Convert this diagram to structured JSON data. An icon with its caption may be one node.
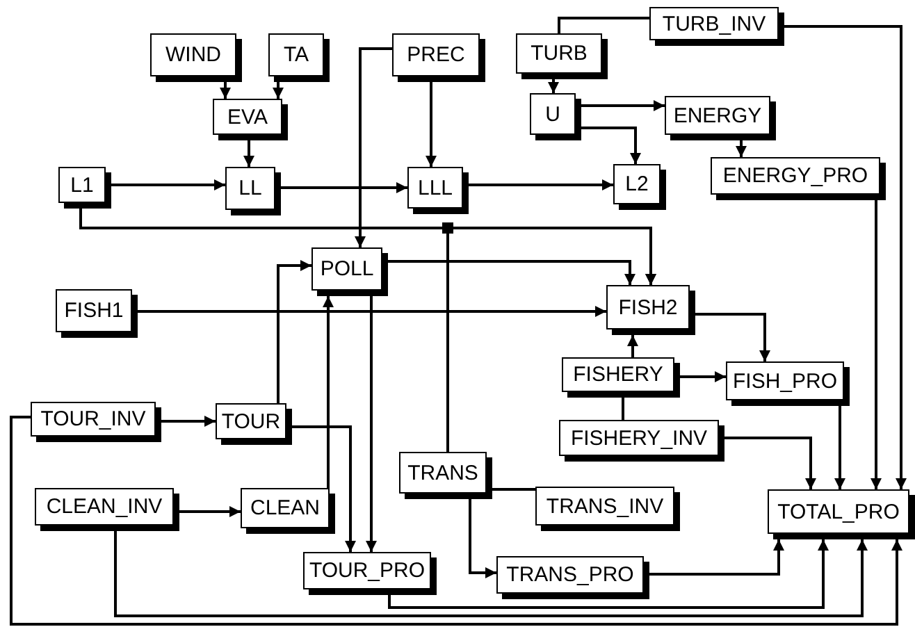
{
  "diagram": {
    "nodes": [
      {
        "text": [
          "WIND"
        ]
      },
      {
        "text": [
          "TA"
        ]
      },
      {
        "text": [
          "PREC"
        ]
      },
      {
        "text": [
          "TURB_INV"
        ]
      },
      {
        "text": [
          "TURB"
        ]
      },
      {
        "text": [
          "EVA"
        ]
      },
      {
        "text": [
          "U"
        ]
      },
      {
        "text": [
          "ENERGY"
        ]
      },
      {
        "text": [
          "L1"
        ]
      },
      {
        "text": [
          "LL"
        ]
      },
      {
        "text": [
          "LLL"
        ]
      },
      {
        "text": [
          "L2"
        ]
      },
      {
        "text": [
          "ENERGY_PRO"
        ]
      },
      {
        "text": [
          "POLL"
        ]
      },
      {
        "text": [
          "FISH1"
        ]
      },
      {
        "text": [
          "FISH2"
        ]
      },
      {
        "text": [
          "FISHERY"
        ]
      },
      {
        "text": [
          "FISH_PRO"
        ]
      },
      {
        "text": [
          "TOUR_INV"
        ]
      },
      {
        "text": [
          "TOUR"
        ]
      },
      {
        "text": [
          "FISHERY_INV"
        ]
      },
      {
        "text": [
          "TRANS"
        ]
      },
      {
        "text": [
          "CLEAN_INV"
        ]
      },
      {
        "text": [
          "CLEAN"
        ]
      },
      {
        "text": [
          "TRANS_INV"
        ]
      },
      {
        "text": [
          "TOTAL_PRO"
        ]
      },
      {
        "text": [
          "TOUR_PRO"
        ]
      },
      {
        "text": [
          "TRANS_PRO"
        ]
      }
    ],
    "edges": [
      {
        "from": 0,
        "to": 5,
        "arrow": "to"
      },
      {
        "from": 1,
        "to": 5,
        "arrow": "to"
      },
      {
        "from": 5,
        "to": 9,
        "arrow": "to"
      },
      {
        "from": 8,
        "to": 9,
        "arrow": "to"
      },
      {
        "from": 9,
        "to": 10,
        "arrow": "to"
      },
      {
        "from": 2,
        "to": 10,
        "arrow": "to"
      },
      {
        "from": 2,
        "to": 13,
        "arrow": "to"
      },
      {
        "from": 10,
        "to": 11,
        "arrow": "to"
      },
      {
        "from": 3,
        "to": 4,
        "arrow": "none"
      },
      {
        "from": 4,
        "to": 6,
        "arrow": "to"
      },
      {
        "from": 6,
        "to": 7,
        "arrow": "to"
      },
      {
        "from": 6,
        "to": 11,
        "arrow": "to"
      },
      {
        "from": 7,
        "to": 12,
        "arrow": "to"
      },
      {
        "from": 3,
        "to": 25,
        "arrow": "to"
      },
      {
        "from": 12,
        "to": 25,
        "arrow": "to"
      },
      {
        "from": 8,
        "to": 15,
        "arrow": "to"
      },
      {
        "from": 21,
        "to": 15,
        "arrow": "to"
      },
      {
        "from": 13,
        "to": 15,
        "arrow": "to"
      },
      {
        "from": 14,
        "to": 15,
        "arrow": "to"
      },
      {
        "from": 16,
        "to": 15,
        "arrow": "to"
      },
      {
        "from": 15,
        "to": 17,
        "arrow": "to"
      },
      {
        "from": 16,
        "to": 17,
        "arrow": "to"
      },
      {
        "from": 20,
        "to": 16,
        "arrow": "none"
      },
      {
        "from": 20,
        "to": 25,
        "arrow": "to"
      },
      {
        "from": 17,
        "to": 25,
        "arrow": "to"
      },
      {
        "from": 18,
        "to": 19,
        "arrow": "to"
      },
      {
        "from": 19,
        "to": 13,
        "arrow": "to"
      },
      {
        "from": 23,
        "to": 13,
        "arrow": "to"
      },
      {
        "from": 13,
        "to": 26,
        "arrow": "to"
      },
      {
        "from": 19,
        "to": 26,
        "arrow": "to"
      },
      {
        "from": 22,
        "to": 23,
        "arrow": "to"
      },
      {
        "from": 22,
        "to": 25,
        "arrow": "to"
      },
      {
        "from": 26,
        "to": 25,
        "arrow": "to"
      },
      {
        "from": 27,
        "to": 25,
        "arrow": "to"
      },
      {
        "from": 18,
        "to": 25,
        "arrow": "to"
      },
      {
        "from": 21,
        "to": 24,
        "arrow": "none"
      },
      {
        "from": 21,
        "to": 27,
        "arrow": "to"
      }
    ]
  }
}
